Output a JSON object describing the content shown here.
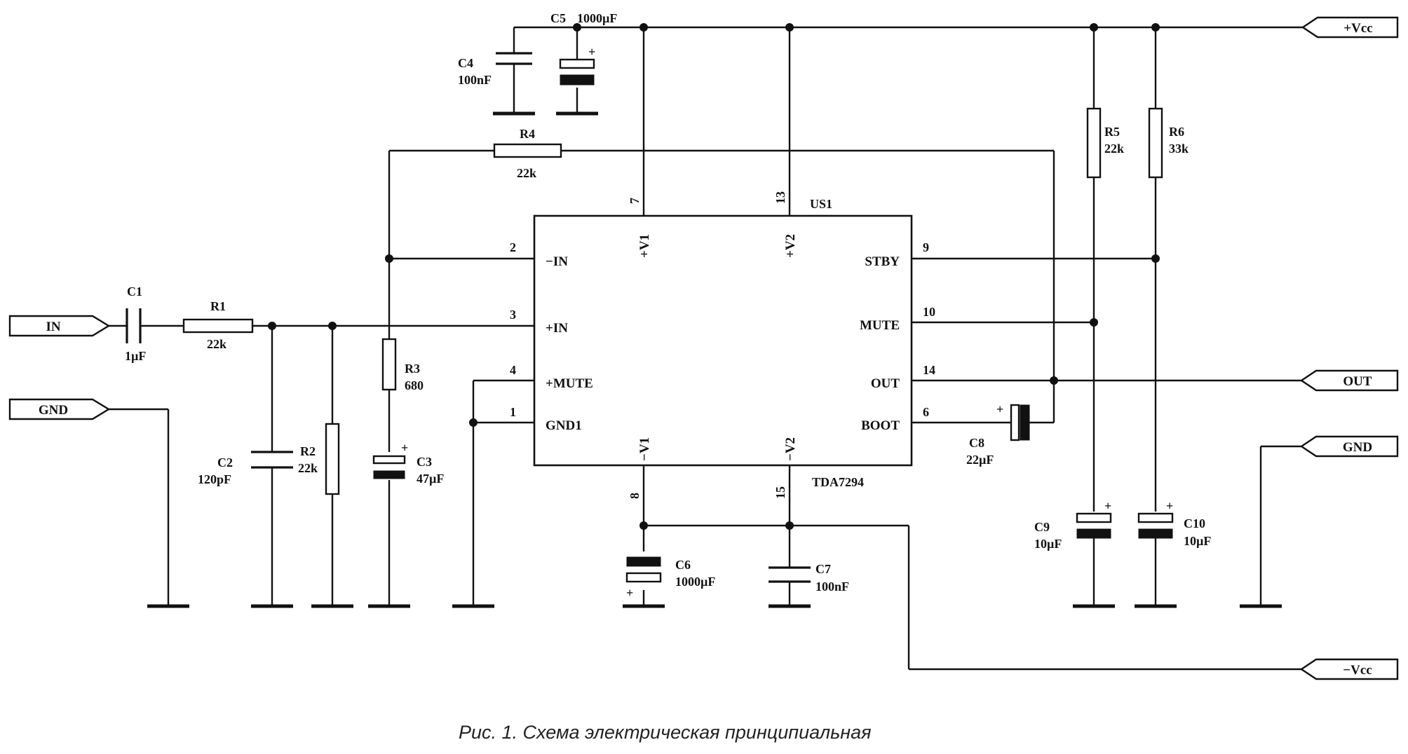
{
  "ic": {
    "ref": "US1",
    "part": "TDA7294",
    "left_pins": [
      {
        "num": "2",
        "name": "−IN"
      },
      {
        "num": "3",
        "name": "+IN"
      },
      {
        "num": "4",
        "name": "+MUTE"
      },
      {
        "num": "1",
        "name": "GND1"
      }
    ],
    "right_pins": [
      {
        "num": "9",
        "name": "STBY"
      },
      {
        "num": "10",
        "name": "MUTE"
      },
      {
        "num": "14",
        "name": "OUT"
      },
      {
        "num": "6",
        "name": "BOOT"
      }
    ],
    "top_pins": [
      {
        "num": "7",
        "name": "+V1"
      },
      {
        "num": "13",
        "name": "+V2"
      }
    ],
    "bottom_pins": [
      {
        "num": "8",
        "name": "−V1"
      },
      {
        "num": "15",
        "name": "−V2"
      }
    ]
  },
  "ports": {
    "in": "IN",
    "gnd_left": "GND",
    "vcc_pos": "+Vcc",
    "out": "OUT",
    "gnd_right": "GND",
    "vcc_neg": "−Vcc"
  },
  "components": {
    "c1": {
      "ref": "C1",
      "value": "1µF"
    },
    "r1": {
      "ref": "R1",
      "value": "22k"
    },
    "c2": {
      "ref": "C2",
      "value": "120pF"
    },
    "r2": {
      "ref": "R2",
      "value": "22k"
    },
    "r3": {
      "ref": "R3",
      "value": "680"
    },
    "c3": {
      "ref": "C3",
      "value": "47µF"
    },
    "r4": {
      "ref": "R4",
      "value": "22k"
    },
    "c4": {
      "ref": "C4",
      "value": "100nF"
    },
    "c5": {
      "ref": "C5",
      "value": "1000µF"
    },
    "c6": {
      "ref": "C6",
      "value": "1000µF"
    },
    "c7": {
      "ref": "C7",
      "value": "100nF"
    },
    "c8": {
      "ref": "C8",
      "value": "22µF"
    },
    "r5": {
      "ref": "R5",
      "value": "22k"
    },
    "r6": {
      "ref": "R6",
      "value": "33k"
    },
    "c9": {
      "ref": "C9",
      "value": "10µF"
    },
    "c10": {
      "ref": "C10",
      "value": "10µF"
    }
  },
  "polarity_mark": "+",
  "caption": "Рис. 1. Схема электрическая принципиальная"
}
